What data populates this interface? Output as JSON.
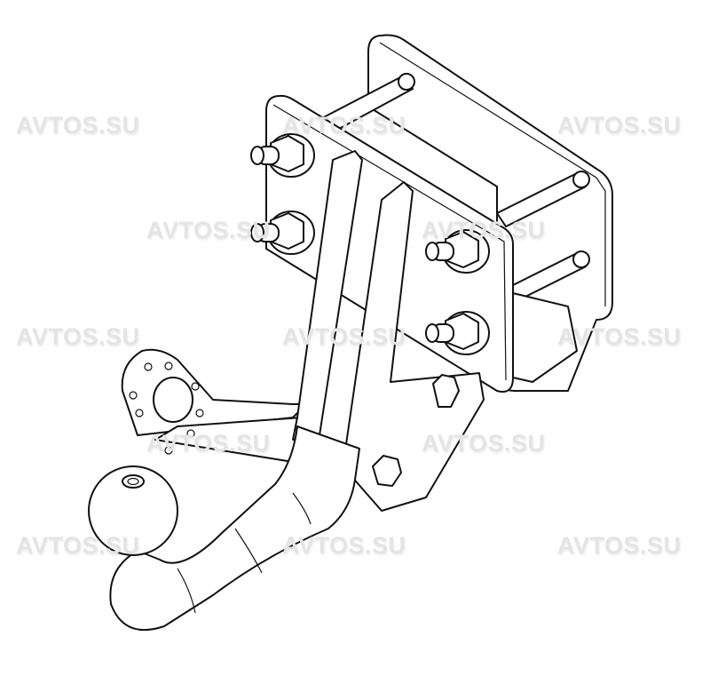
{
  "watermark": {
    "text": "AVTOS.SU",
    "color": "#e4e4e4",
    "instances": [
      "AVTOS.SU",
      "AVTOS.SU",
      "AVTOS.SU",
      "AVTOS.SU",
      "AVTOS.SU",
      "AVTOS.SU",
      "AVTOS.SU",
      "AVTOS.SU",
      "AVTOS.SU",
      "AVTOS.SU",
      "AVTOS.SU",
      "AVTOS.SU",
      "AVTOS.SU"
    ]
  },
  "drawing": {
    "subject": "tow-hitch",
    "line_color": "#111111",
    "background": "#ffffff"
  }
}
